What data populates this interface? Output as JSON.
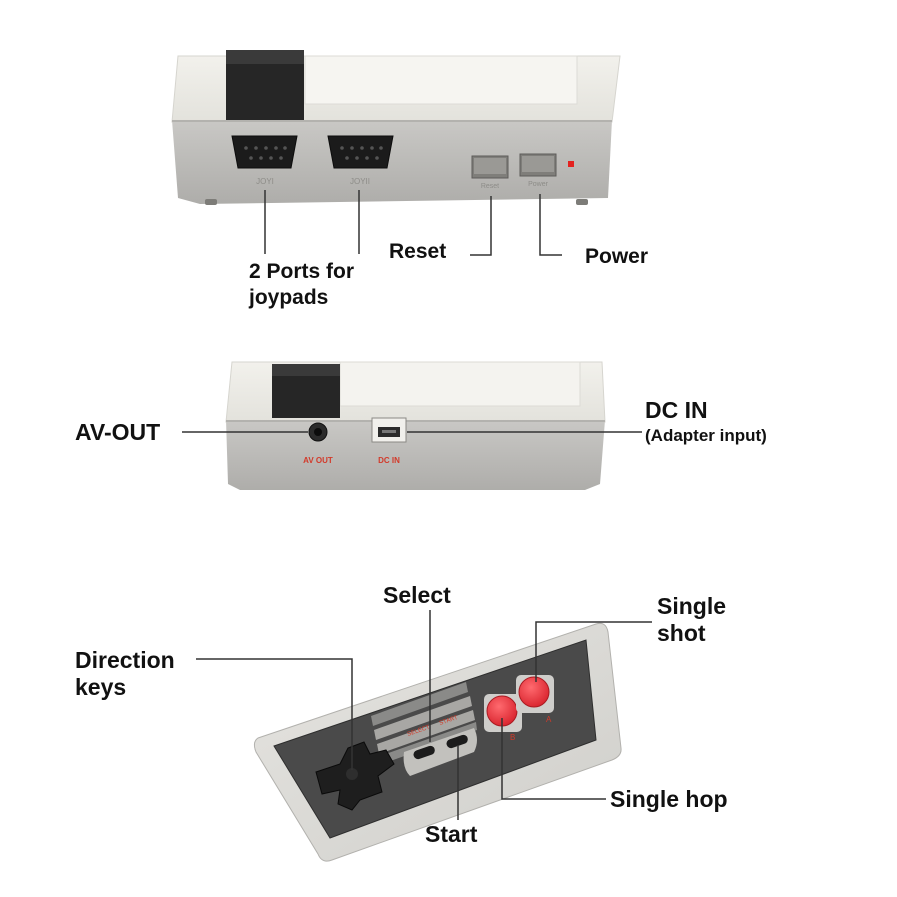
{
  "console_back": {
    "port1_text": "JOYI",
    "port2_text": "JOYII",
    "reset_text": "Reset",
    "power_text": "Power",
    "ports_callout_line1": "2 Ports for",
    "ports_callout_line2": "joypads",
    "reset_callout": "Reset",
    "power_callout": "Power"
  },
  "console_side": {
    "av_out_callout": "AV-OUT",
    "dc_in_callout": "DC IN",
    "dc_in_sub_callout": "(Adapter input)",
    "av_out_port_text": "AV OUT",
    "dc_in_port_text": "DC IN"
  },
  "controller": {
    "select_callout": "Select",
    "single_shot_callout_line1": "Single",
    "single_shot_callout_line2": "shot",
    "direction_callout_line1": "Direction",
    "direction_callout_line2": "keys",
    "single_hop_callout": "Single hop",
    "start_callout": "Start",
    "face_select_text": "SELECT",
    "face_start_text": "START",
    "face_b_text": "B",
    "face_a_text": "A"
  },
  "colors": {
    "shell_light": "#ecebe6",
    "shell_grey": "#b9b8b5",
    "port_black": "#1d1d1d",
    "button_red": "#e8333e",
    "text_red": "#d23a2a",
    "pad_dark": "#3c3c3c"
  }
}
